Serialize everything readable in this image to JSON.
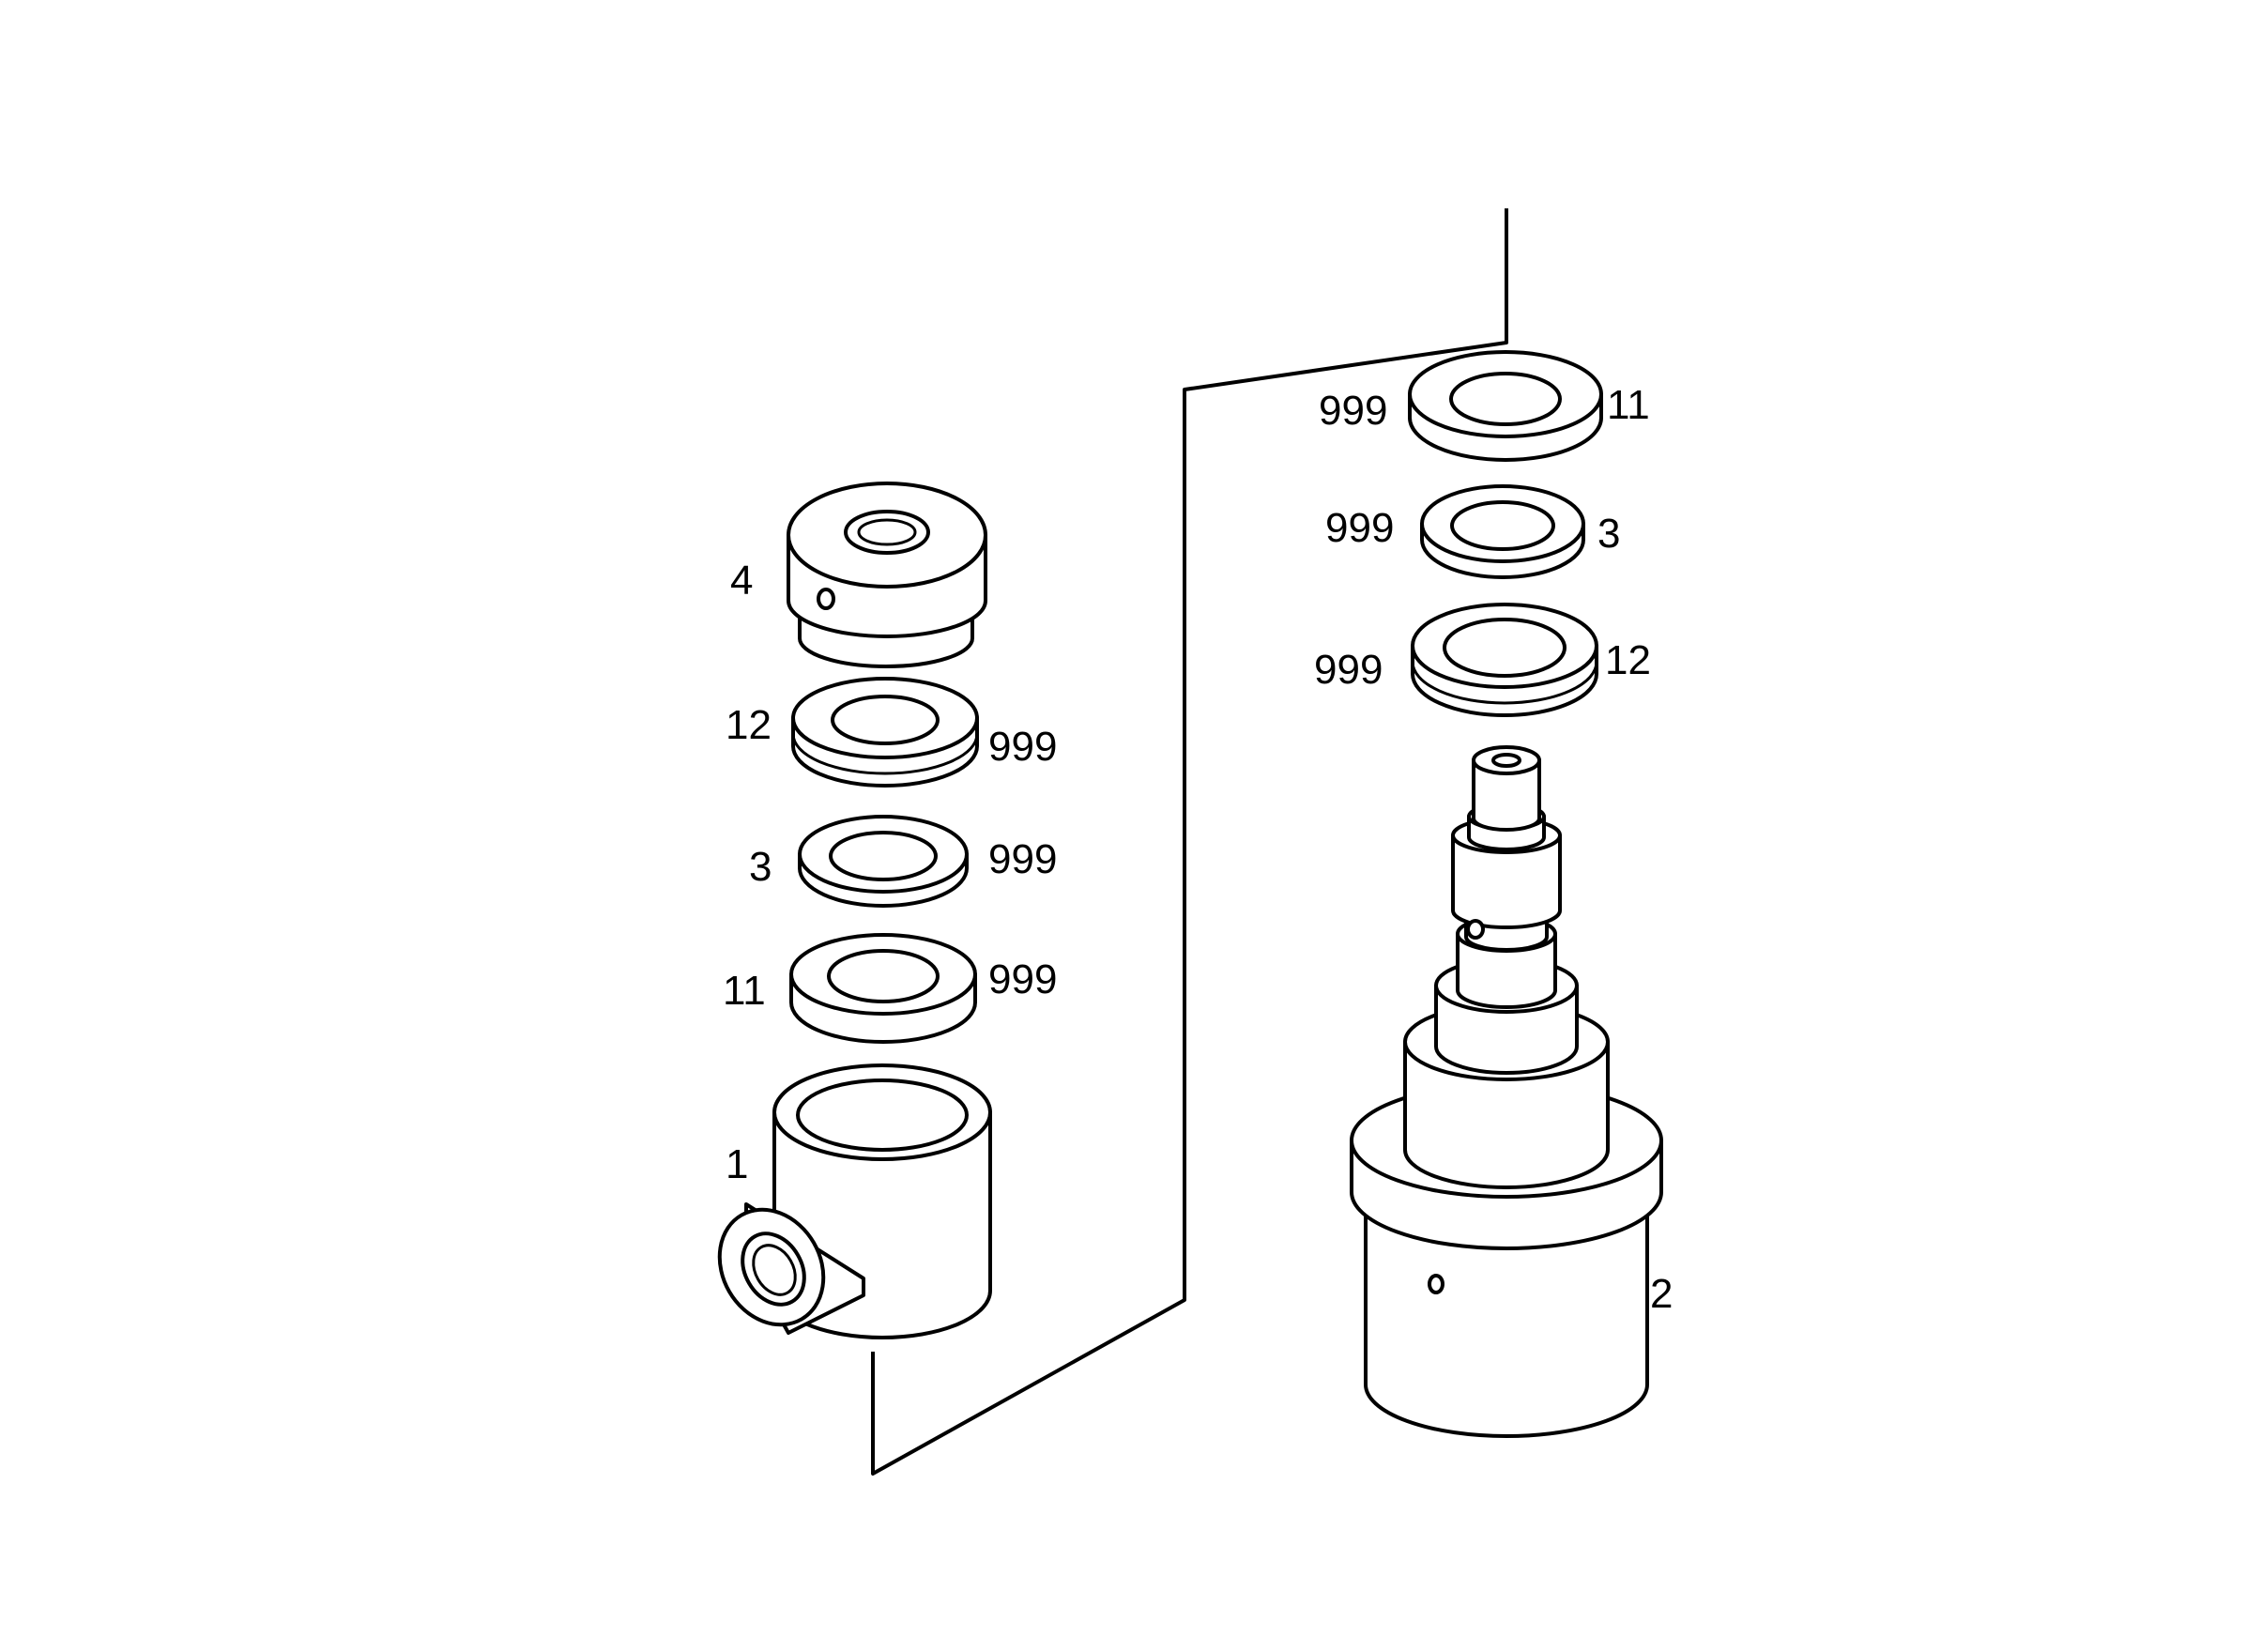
{
  "callouts": {
    "left_4": "4",
    "left_12": "12",
    "left_12_999": "999",
    "left_3": "3",
    "left_3_999": "999",
    "left_11": "11",
    "left_11_999": "999",
    "left_1": "1",
    "right_11_999": "999",
    "right_11": "11",
    "right_3_999": "999",
    "right_3": "3",
    "right_12_999": "999",
    "right_12": "12",
    "right_2": "2"
  },
  "colors": {
    "ink": "#000000",
    "paper": "#ffffff"
  }
}
